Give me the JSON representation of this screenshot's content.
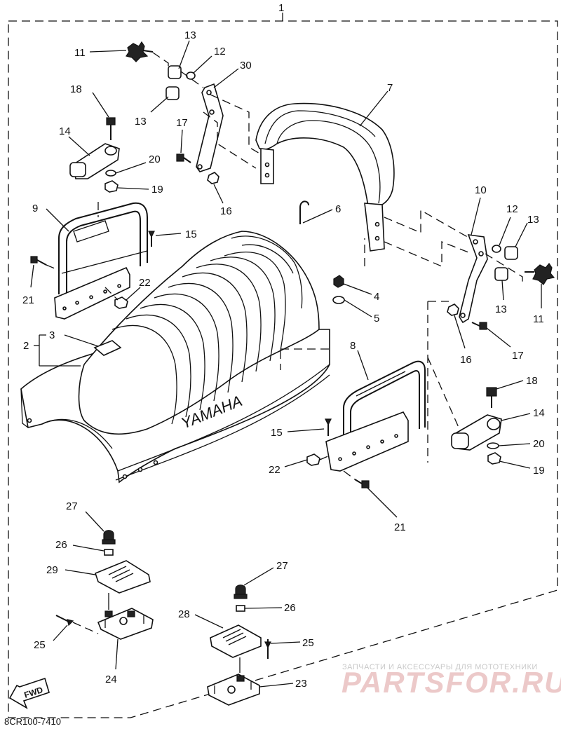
{
  "diagram": {
    "assembly_number": "1",
    "drawing_code": "8CR100-7410",
    "fwd_label": "FWD",
    "brand_text": "YAMAHA",
    "watermark_top": "ЗАПЧАСТИ И АКСЕССУАРЫ ДЛЯ МОТОТЕХНИКИ",
    "watermark_logo": "PARTSFOR.RU",
    "callouts": {
      "c2": "2",
      "c3": "3",
      "c4": "4",
      "c5": "5",
      "c6": "6",
      "c7": "7",
      "c8": "8",
      "c9": "9",
      "c10": "10",
      "c11a": "11",
      "c11b": "11",
      "c12a": "12",
      "c12b": "12",
      "c13a": "13",
      "c13b": "13",
      "c13c": "13",
      "c13d": "13",
      "c14a": "14",
      "c14b": "14",
      "c15a": "15",
      "c15b": "15",
      "c16a": "16",
      "c16b": "16",
      "c17a": "17",
      "c17b": "17",
      "c18a": "18",
      "c18b": "18",
      "c19a": "19",
      "c19b": "19",
      "c20a": "20",
      "c20b": "20",
      "c21a": "21",
      "c21b": "21",
      "c22a": "22",
      "c22b": "22",
      "c23": "23",
      "c24": "24",
      "c25a": "25",
      "c25b": "25",
      "c26a": "26",
      "c26b": "26",
      "c27a": "27",
      "c27b": "27",
      "c28": "28",
      "c29": "29",
      "c30": "30"
    }
  }
}
